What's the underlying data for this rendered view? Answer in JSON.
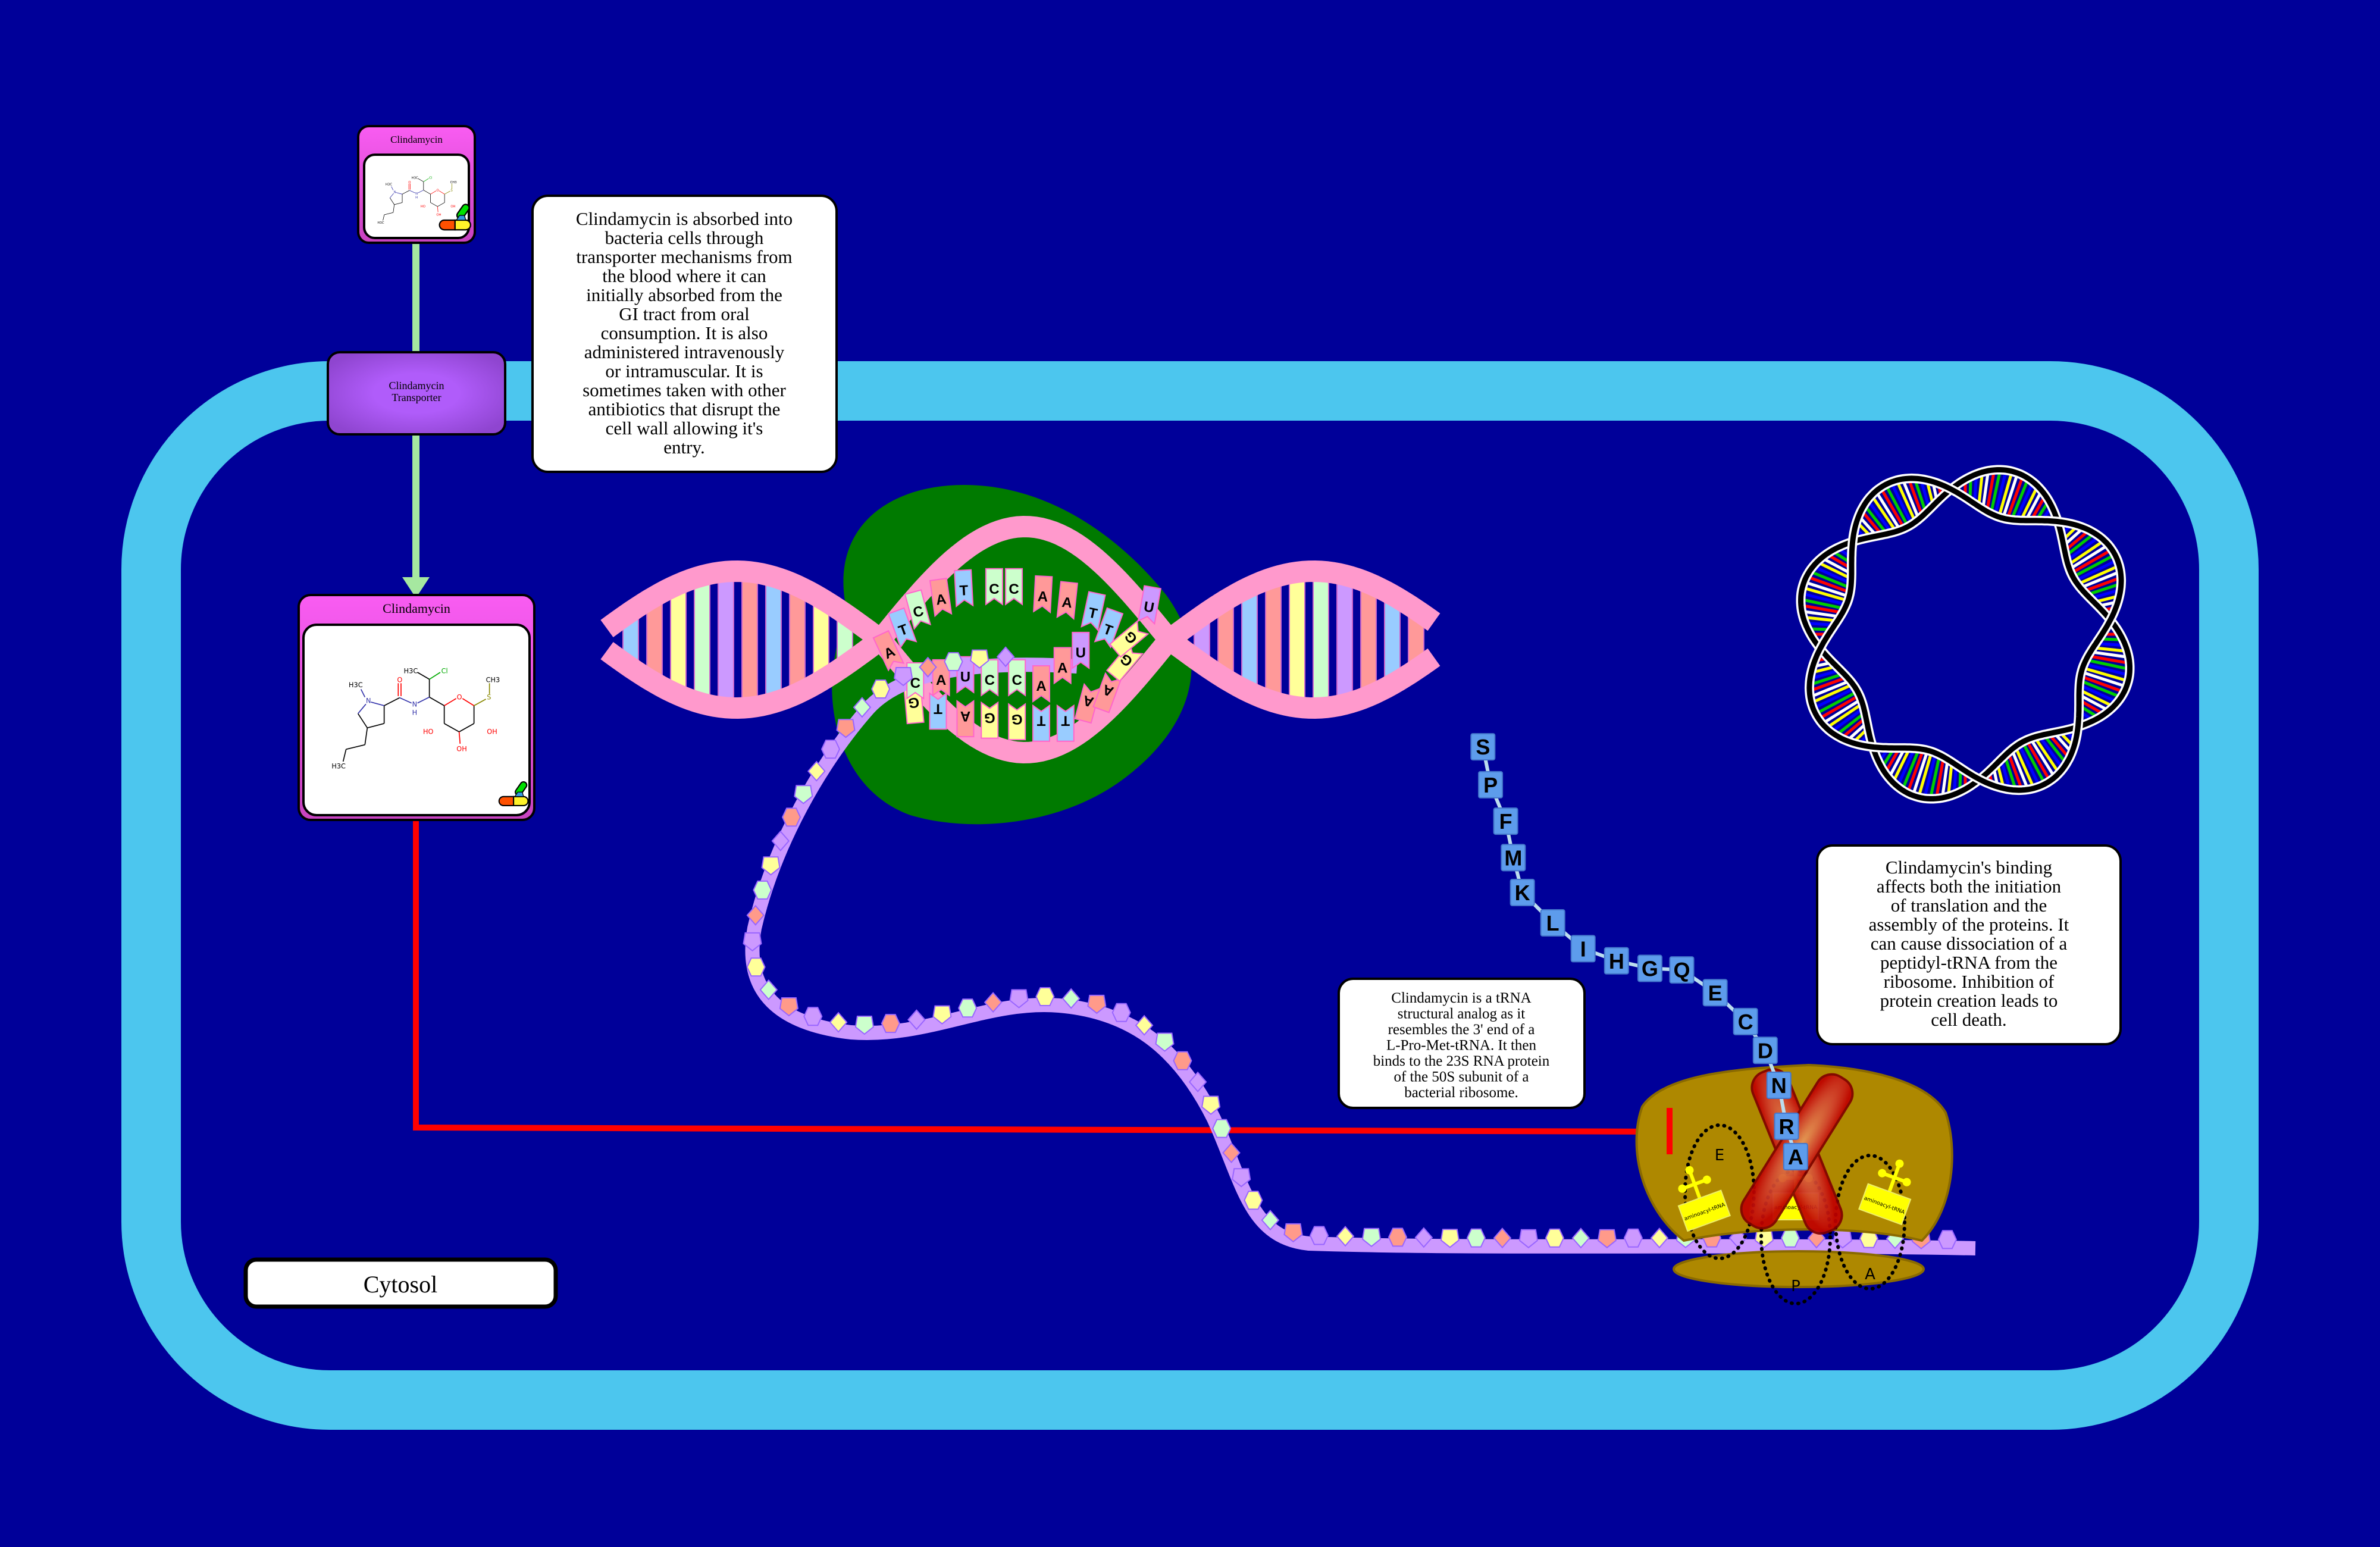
{
  "colors": {
    "background": "#000099",
    "cell_membrane": "#4CC6EE",
    "drug_card": "#F659EE",
    "transporter": "#A855F0",
    "uptake_arrow": "#A6E8A0",
    "inhibition_line": "#FF0000",
    "ribosome": "#AE8800",
    "mrna": "#CC99FF",
    "dna_strand": "#FF99CC",
    "amino_acid": "#5D9CEC",
    "rna_polymerase": "#007A00"
  },
  "drug_card_small": {
    "title": "Clindamycin",
    "icon": "pill-capsules-icon"
  },
  "drug_card_large": {
    "title": "Clindamycin",
    "icon": "pill-capsules-icon"
  },
  "transporter": {
    "lines": [
      "Clindamycin",
      "Transporter"
    ]
  },
  "molecule_labels": {
    "n_methyl": "H3C",
    "n": "N",
    "propyl_end": "H3C",
    "carbonyl_o": "O",
    "amide_n": "N",
    "amide_h": "H",
    "side_methyl": "H3C",
    "cl": "Cl",
    "ring_o": "O",
    "s": "S",
    "s_methyl": "CH3",
    "ho_left": "HO",
    "oh_right": "OH",
    "oh_bottom": "OH"
  },
  "absorption_note": {
    "lines": [
      "Clindamycin is absorbed into",
      "bacteria cells through",
      "transporter mechanisms from",
      "the blood where it can",
      "initially absorbed from the",
      "GI tract from oral",
      "consumption. It is also",
      "administered intravenously",
      "or intramuscular. It is",
      "sometimes taken with other",
      "antibiotics that disrupt the",
      "cell wall allowing it's",
      "entry."
    ]
  },
  "trna_analog_note": {
    "lines": [
      "Clindamycin is a tRNA",
      "structural analog as it",
      "resembles the 3' end of a",
      "L-Pro-Met-tRNA. It then",
      "binds to the 23S RNA protein",
      "of the 50S subunit of a",
      "bacterial ribosome."
    ]
  },
  "effect_note": {
    "lines": [
      "Clindamycin's binding",
      "affects both the initiation",
      "of translation and the",
      "assembly of the proteins. It",
      "can cause dissociation of a",
      "peptidyl-tRNA from the",
      "ribosome. Inhibition of",
      "protein creation leads to",
      "cell death."
    ]
  },
  "compartment_label": "Cytosol",
  "transcription": {
    "template_strand_bases": [
      "A",
      "T",
      "C",
      "A",
      "T",
      "C",
      "C",
      "A",
      "A",
      "T",
      "T"
    ],
    "coding_strand_bases": [
      "G",
      "T",
      "A",
      "G",
      "G",
      "T",
      "T",
      "A",
      "A",
      "G",
      "G"
    ],
    "rna_bases": [
      "C",
      "A",
      "U",
      "C",
      "C",
      "A",
      "A",
      "U",
      "U"
    ]
  },
  "peptide_chain": [
    "S",
    "P",
    "F",
    "M",
    "K",
    "L",
    "I",
    "H",
    "G",
    "Q",
    "E",
    "C",
    "D",
    "N",
    "R",
    "A"
  ],
  "ribosome": {
    "sites": [
      "E",
      "P",
      "A"
    ],
    "trna_label": "aminoacyl-tRNA",
    "inhibited_icon": "red-x-icon"
  }
}
